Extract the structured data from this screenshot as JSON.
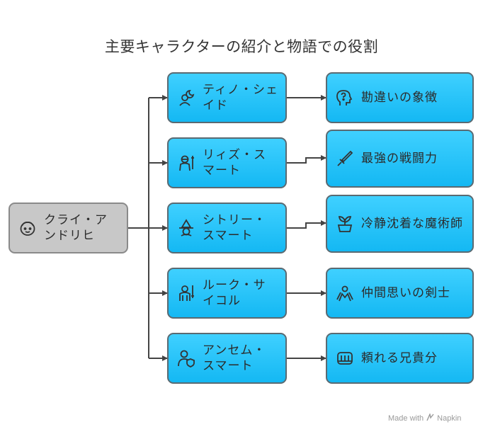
{
  "title": "主要キャラクターの紹介と物語での役割",
  "root": {
    "label": "クライ・アンドリヒ",
    "icon": "face-icon"
  },
  "characters": [
    {
      "name": "ティノ・シェイド",
      "icon": "moon-person-icon",
      "role": "勘違いの象徴",
      "role_icon": "question-brain-icon"
    },
    {
      "name": "リィズ・スマート",
      "icon": "warrior-icon",
      "role": "最強の戦闘力",
      "role_icon": "sword-icon"
    },
    {
      "name": "シトリー・スマート",
      "icon": "witch-icon",
      "role": "冷静沈着な魔術師",
      "role_icon": "plant-pot-icon"
    },
    {
      "name": "ルーク・サイコル",
      "icon": "knight-icon",
      "role": "仲間思いの剣士",
      "role_icon": "group-icon"
    },
    {
      "name": "アンセム・スマート",
      "icon": "person-shield-icon",
      "role": "頼れる兄貴分",
      "role_icon": "hand-icon"
    }
  ],
  "footer": {
    "text": "Made with",
    "brand": "Napkin"
  }
}
